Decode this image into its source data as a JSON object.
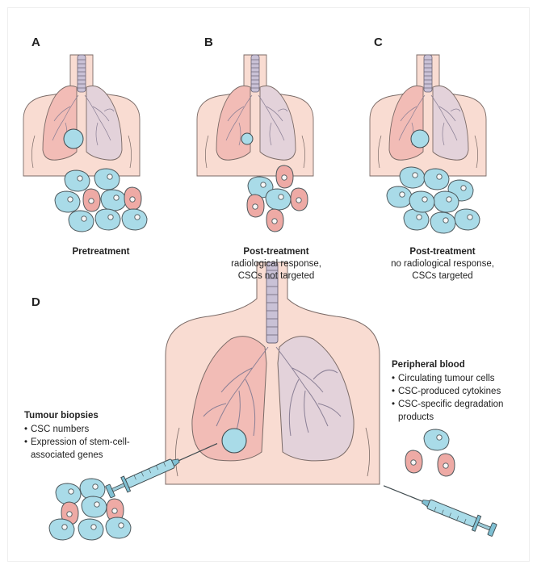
{
  "panels": {
    "a": {
      "label": "A",
      "title": "Pretreatment",
      "subtitle": ""
    },
    "b": {
      "label": "B",
      "title": "Post-treatment",
      "subtitle_line1": "radiological response,",
      "subtitle_line2": "CSCs not targeted"
    },
    "c": {
      "label": "C",
      "title": "Post-treatment",
      "subtitle_line1": "no radiological response,",
      "subtitle_line2": "CSCs targeted"
    },
    "d": {
      "label": "D"
    }
  },
  "tumour_biopsies": {
    "heading": "Tumour biopsies",
    "items": [
      "CSC numbers",
      "Expression of stem-cell-",
      "associated genes"
    ]
  },
  "peripheral_blood": {
    "heading": "Peripheral blood",
    "items": [
      "Circulating tumour cells",
      "CSC-produced cytokines",
      "CSC-specific degradation",
      "products"
    ]
  },
  "colors": {
    "skin": "#f9dcd2",
    "lung": "#f2bcb6",
    "lung_right": "#ddd6e3",
    "blue_cell": "#a9dbe8",
    "red_cell": "#eeaaa5",
    "outline": "#5a5a5a"
  },
  "icons": [
    "torso-icon",
    "lungs-icon",
    "tumour-icon",
    "cell-cluster-icon",
    "syringe-icon",
    "blood-cells-icon"
  ]
}
